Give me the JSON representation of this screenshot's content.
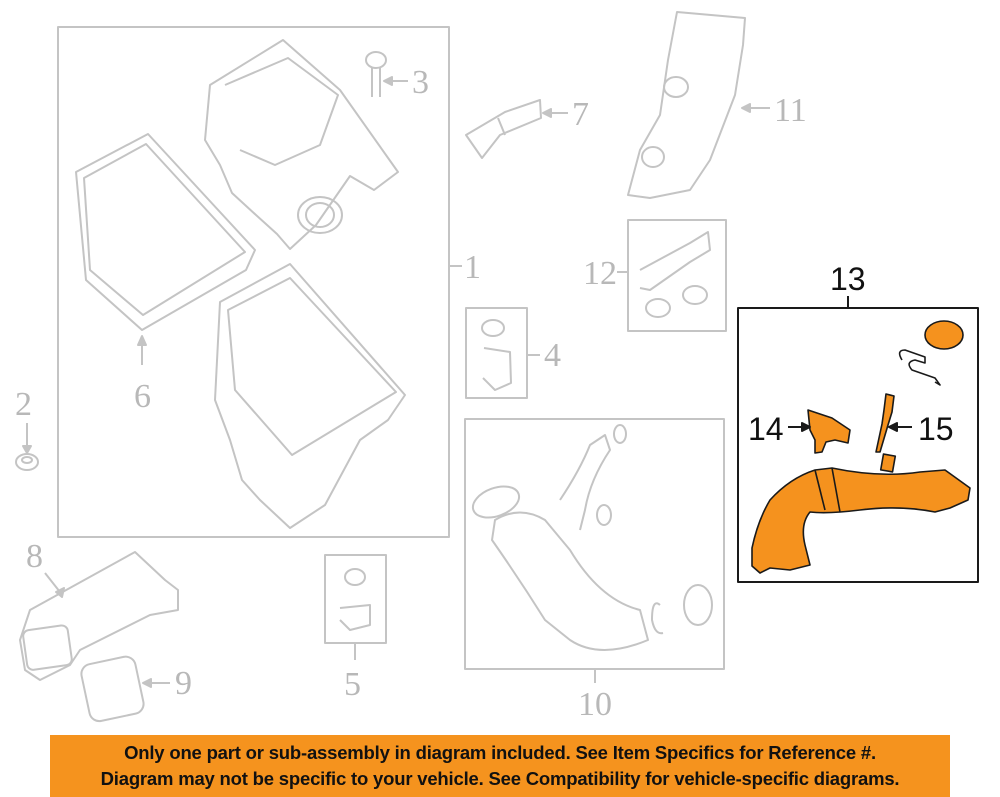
{
  "diagram": {
    "type": "exploded parts diagram",
    "highlighted_part": "13",
    "colors": {
      "part_line": "#c4c4c4",
      "highlight_fill": "#f5921e",
      "highlight_outline": "#1a1a1a",
      "banner": "#f5931e"
    },
    "callouts": [
      {
        "id": "1",
        "label": "1"
      },
      {
        "id": "2",
        "label": "2"
      },
      {
        "id": "3",
        "label": "3"
      },
      {
        "id": "4",
        "label": "4"
      },
      {
        "id": "5",
        "label": "5"
      },
      {
        "id": "6",
        "label": "6"
      },
      {
        "id": "7",
        "label": "7"
      },
      {
        "id": "8",
        "label": "8"
      },
      {
        "id": "9",
        "label": "9"
      },
      {
        "id": "10",
        "label": "10"
      },
      {
        "id": "11",
        "label": "11"
      },
      {
        "id": "12",
        "label": "12"
      },
      {
        "id": "13",
        "label": "13"
      },
      {
        "id": "14",
        "label": "14"
      },
      {
        "id": "15",
        "label": "15"
      }
    ]
  },
  "banner": {
    "line1": "Only one part or sub-assembly in diagram included. See Item Specifics for Reference #.",
    "line2": "Diagram may not be specific to your vehicle. See Compatibility for vehicle-specific diagrams."
  }
}
